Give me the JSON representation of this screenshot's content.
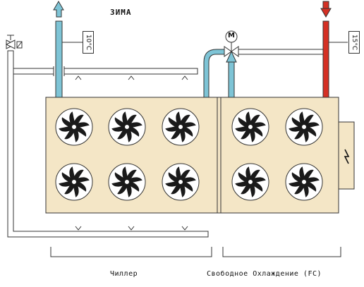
{
  "title": "ЗИМА",
  "temps": {
    "left": "10°C",
    "right": "15°C"
  },
  "motor": "M",
  "labels": {
    "chiller": "Чиллер",
    "free_cooling": "Свободное Охлаждение (FC)"
  },
  "colors": {
    "unit_fill": "#f4e6c6",
    "pipe_cold": "#7ec4d6",
    "pipe_hot": "#d43024",
    "fan_blade": "#1a1a1a",
    "outline": "#333333"
  },
  "fans": {
    "chiller_count": 6,
    "free_cooling_count": 4
  }
}
